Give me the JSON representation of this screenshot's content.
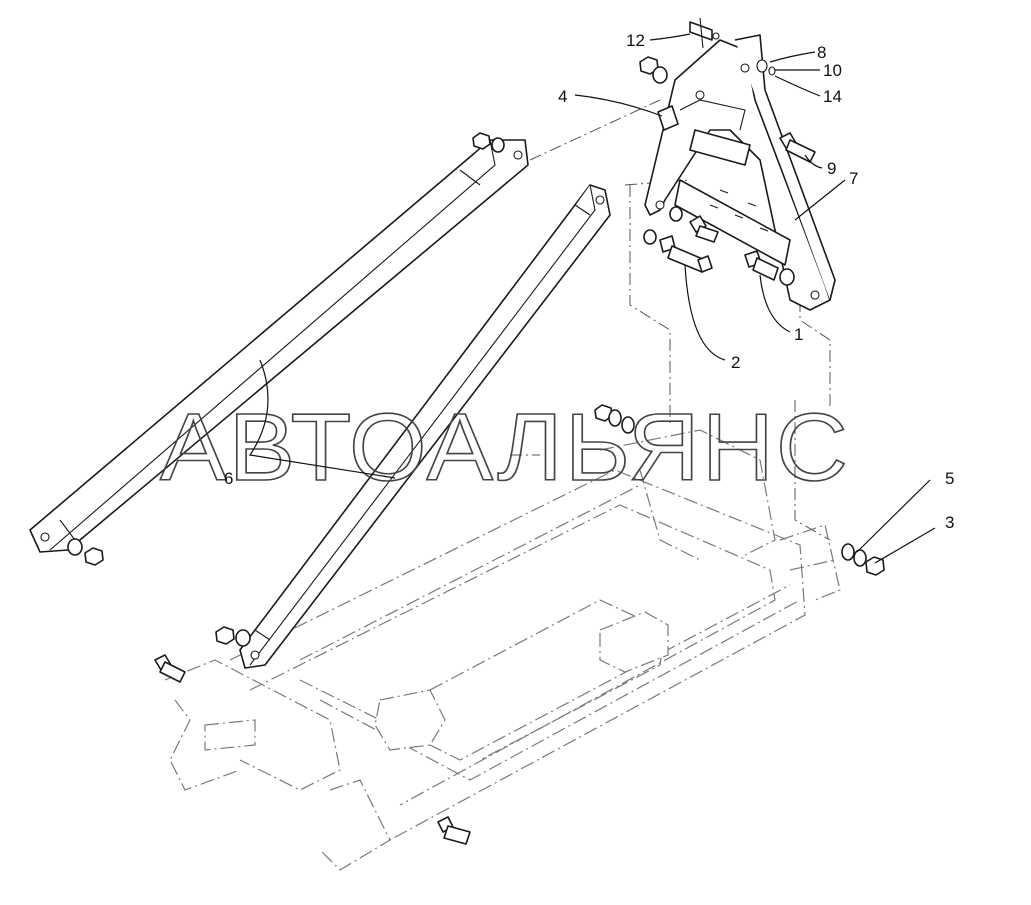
{
  "watermark": "АВТОАЛЬЯНС",
  "callouts": [
    {
      "id": "1",
      "label": "1"
    },
    {
      "id": "2",
      "label": "2"
    },
    {
      "id": "3",
      "label": "3"
    },
    {
      "id": "4",
      "label": "4"
    },
    {
      "id": "5",
      "label": "5"
    },
    {
      "id": "6",
      "label": "6"
    },
    {
      "id": "7",
      "label": "7"
    },
    {
      "id": "8",
      "label": "8"
    },
    {
      "id": "9",
      "label": "9"
    },
    {
      "id": "10",
      "label": "10"
    },
    {
      "id": "12",
      "label": "12"
    },
    {
      "id": "14",
      "label": "14"
    }
  ]
}
